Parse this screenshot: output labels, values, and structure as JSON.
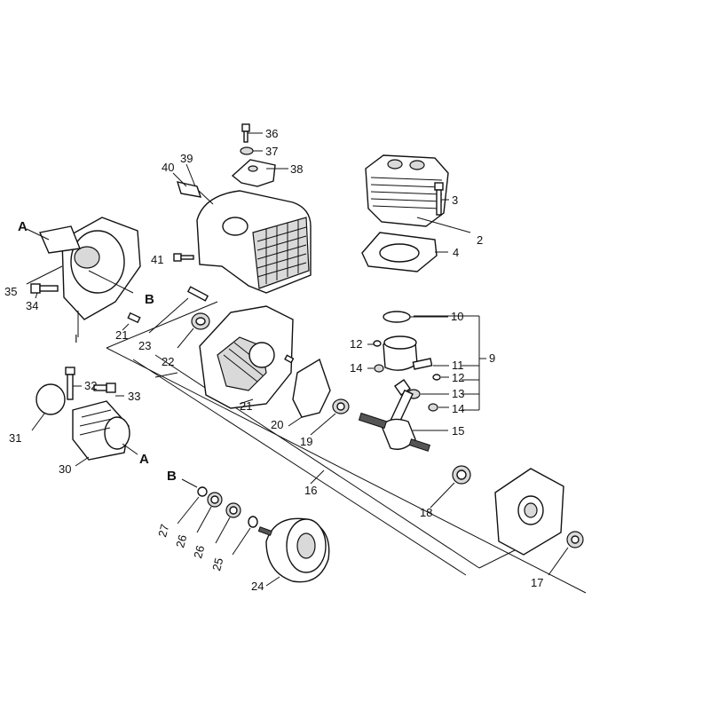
{
  "diagram": {
    "part_numbers": [
      "2",
      "3",
      "4",
      "9",
      "10",
      "11",
      "12",
      "12",
      "13",
      "14",
      "14",
      "15",
      "16",
      "17",
      "18",
      "19",
      "20",
      "21",
      "21",
      "22",
      "23",
      "24",
      "25",
      "26",
      "26",
      "27",
      "30",
      "31",
      "32",
      "33",
      "34",
      "35",
      "36",
      "37",
      "38",
      "39",
      "40",
      "41"
    ],
    "reference_marks": [
      "A",
      "B",
      "A",
      "B",
      "I"
    ]
  }
}
